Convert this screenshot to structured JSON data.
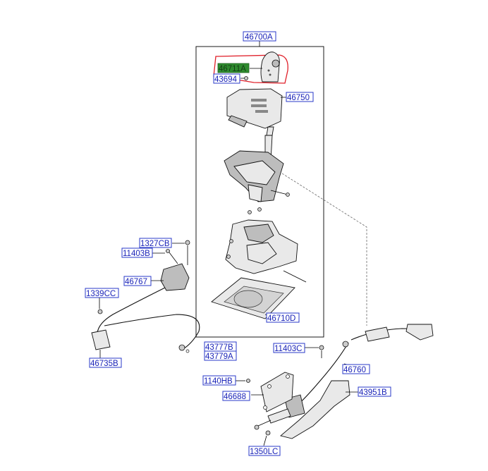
{
  "parts": {
    "p46700A": "46700A",
    "p46711A": "46711A",
    "p43694": "43694",
    "p46750": "46750",
    "p1327CB": "1327CB",
    "p11403B": "11403B",
    "p46767": "46767",
    "p1339CC": "1339CC",
    "p46710D": "46710D",
    "p43777B": "43777B",
    "p43779A": "43779A",
    "p11403C": "11403C",
    "p46735B": "46735B",
    "p46760": "46760",
    "p1140HB": "1140HB",
    "p46688": "46688",
    "p43951B": "43951B",
    "p1350LC": "1350LC"
  },
  "highlight": {
    "part": "46711A",
    "color": "#2e8b2e",
    "outline_color": "#e0202a"
  },
  "colors": {
    "label": "#1a23b8",
    "label_box": "#2a38c8"
  }
}
